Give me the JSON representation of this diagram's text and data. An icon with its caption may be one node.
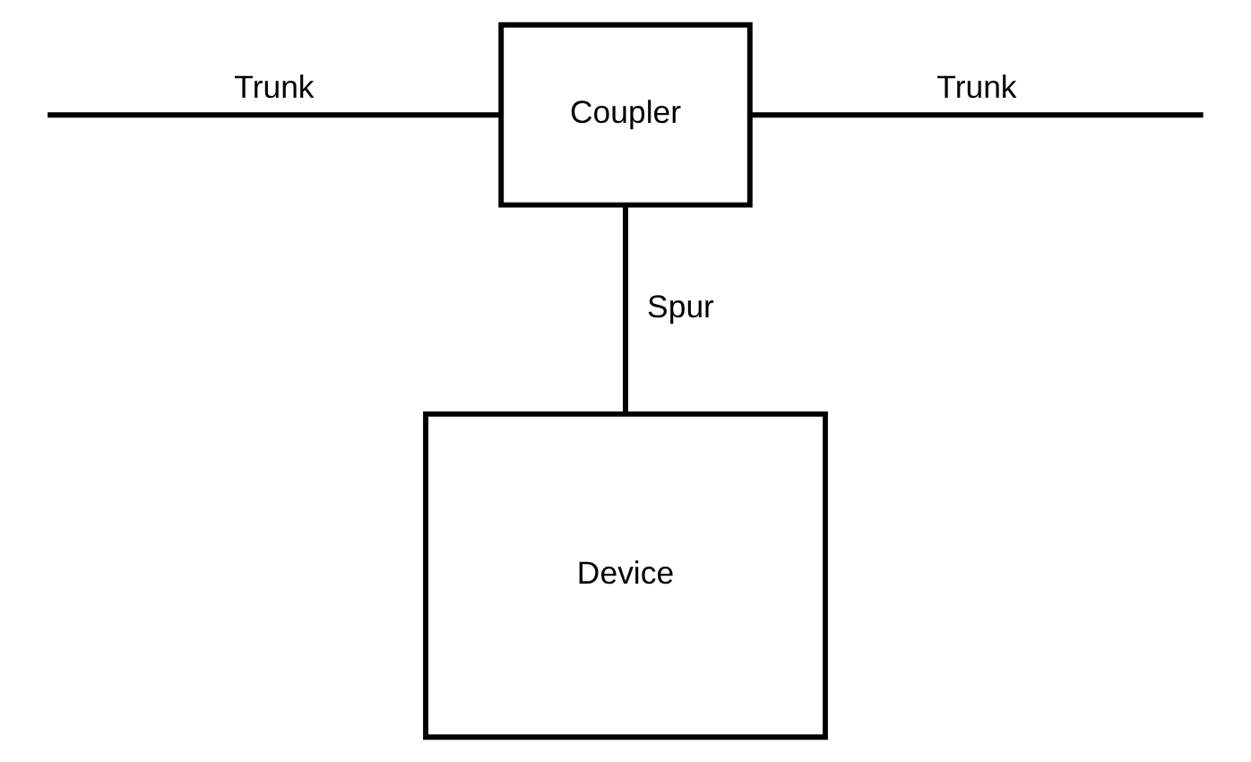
{
  "diagram": {
    "nodes": [
      {
        "text": [
          "Coupler"
        ]
      },
      {
        "text": [
          "Device"
        ]
      }
    ],
    "edges": [
      {
        "from": null,
        "to": 0,
        "arrow": "none",
        "label": "Trunk"
      },
      {
        "from": 0,
        "to": null,
        "arrow": "none",
        "label": "Trunk"
      },
      {
        "from": 0,
        "to": 1,
        "arrow": "none",
        "label": "Spur"
      }
    ]
  }
}
